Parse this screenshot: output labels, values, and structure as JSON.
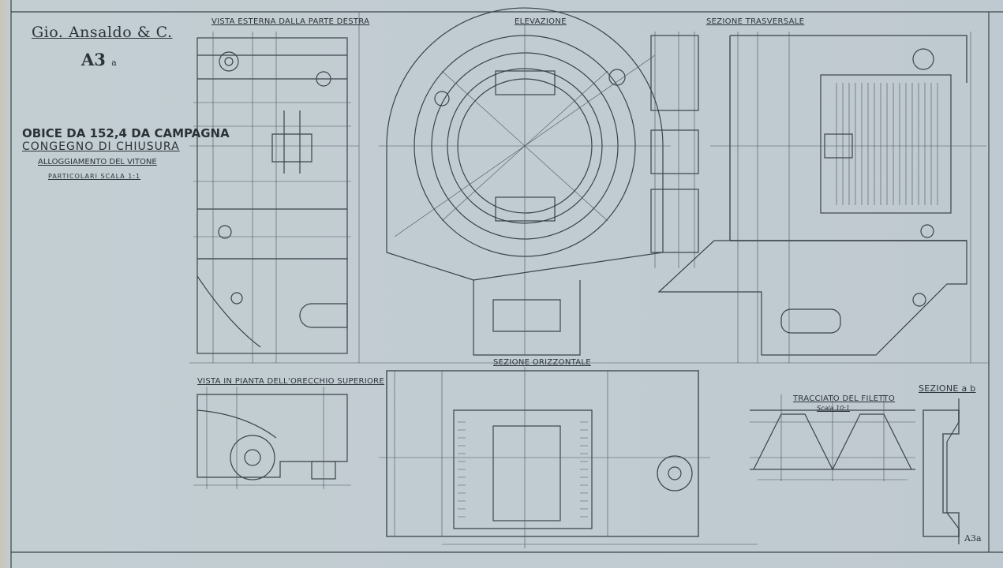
{
  "title_block": {
    "company": "Gio. Ansaldo & C.",
    "sheet_id": "A3",
    "sheet_suffix": "a",
    "title": "OBICE DA 152,4 DA CAMPAGNA",
    "subtitle": "CONGEGNO DI CHIUSURA",
    "part": "ALLOGGIAMENTO DEL VITONE",
    "scale_note": "PARTICOLARI SCALA 1:1"
  },
  "views": {
    "external_view": "VISTA ESTERNA DALLA PARTE DESTRA",
    "elevation": "ELEVAZIONE",
    "cross_section": "SEZIONE TRASVERSALE",
    "plan_view": "VISTA IN PIANTA DELL'ORECCHIO SUPERIORE",
    "horizontal_section": "SEZIONE ORIZZONTALE",
    "thread_profile": "TRACCIATO DEL FILETTO",
    "thread_scale": "Scala 10:1",
    "section_ab": "SEZIONE a b"
  },
  "corner_mark": "A3a",
  "colors": {
    "paper": "#c3ced3",
    "ink": "#3a4348"
  }
}
